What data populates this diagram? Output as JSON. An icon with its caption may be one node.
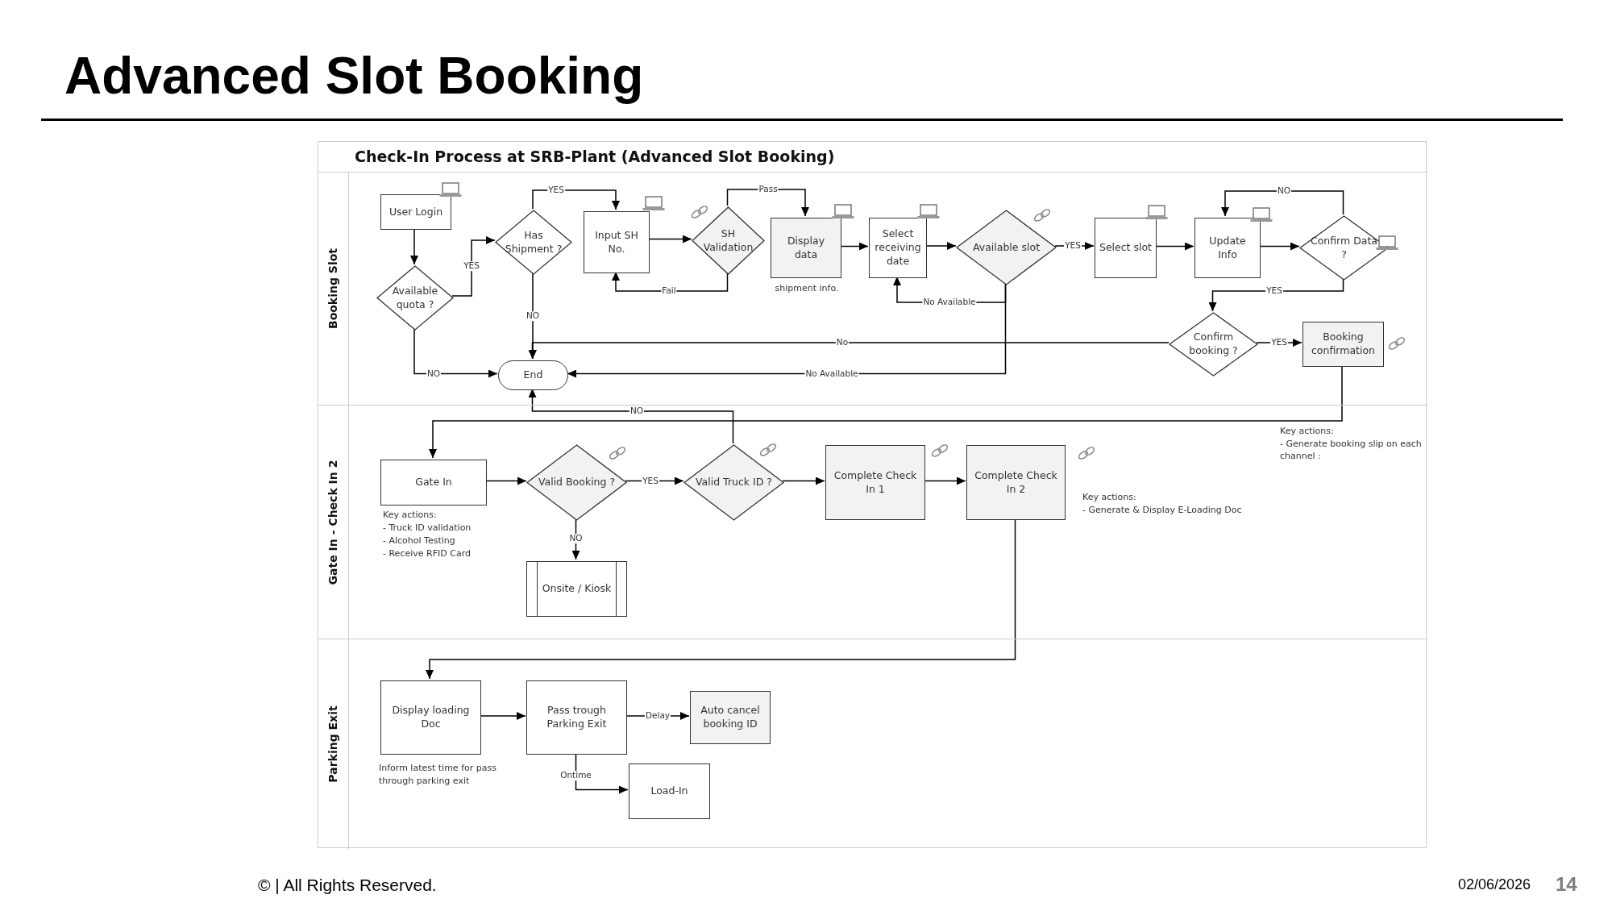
{
  "diagram": {
    "title": "Advanced Slot Booking",
    "nodes": [
      {
        "text": [
          "Check-In Process at SRB-Plant (Advanced Slot Booking)"
        ]
      },
      {
        "text": [
          "Booking Slot"
        ],
        "in": 0
      },
      {
        "text": [
          "User Login"
        ],
        "in": 1
      },
      {
        "text": [
          "Available quota ?"
        ],
        "in": 1
      },
      {
        "text": [
          "Has Shipment ?"
        ],
        "in": 1
      },
      {
        "text": [
          "Input SH No."
        ],
        "in": 1
      },
      {
        "text": [
          "SH Validation"
        ],
        "in": 1
      },
      {
        "text": [
          "Display data"
        ],
        "in": 1,
        "beside": [
          "shipment info."
        ]
      },
      {
        "text": [
          "Select receiving date"
        ],
        "in": 1
      },
      {
        "text": [
          "Available slot"
        ],
        "in": 1
      },
      {
        "text": [
          "Select slot"
        ],
        "in": 1
      },
      {
        "text": [
          "Update Info"
        ],
        "in": 1
      },
      {
        "text": [
          "Confirm Data ?"
        ],
        "in": 1
      },
      {
        "text": [
          "Confirm booking ?"
        ],
        "in": 1
      },
      {
        "text": [
          "Booking confirmation"
        ],
        "in": 1
      },
      {
        "text": [
          "End"
        ],
        "in": 1
      },
      {
        "text": [
          "Gate In - Check In 2"
        ],
        "in": 0
      },
      {
        "text": [
          "Gate In"
        ],
        "in": 16,
        "beside": [
          "Key actions:",
          "- Truck ID validation",
          "- Alcohol Testing",
          "- Receive RFID Card"
        ]
      },
      {
        "text": [
          "Valid Booking ?"
        ],
        "in": 16
      },
      {
        "text": [
          "Valid Truck ID ?"
        ],
        "in": 16
      },
      {
        "text": [
          "Complete Check In 1"
        ],
        "in": 16
      },
      {
        "text": [
          "Complete Check In 2"
        ],
        "in": 16,
        "beside": [
          "Key actions:",
          "- Generate & Display E-Loading Doc"
        ]
      },
      {
        "text": [
          "Onsite / Kiosk"
        ],
        "in": 16
      },
      {
        "text": [
          "Parking Exit"
        ],
        "in": 0
      },
      {
        "text": [
          "Display loading Doc"
        ],
        "in": 23,
        "beside": [
          "Inform latest time for pass through parking exit"
        ]
      },
      {
        "text": [
          "Pass trough Parking Exit"
        ],
        "in": 23
      },
      {
        "text": [
          "Auto cancel booking ID"
        ],
        "in": 23
      },
      {
        "text": [
          "Load-In"
        ],
        "in": 23
      }
    ],
    "edges": [
      {
        "from": 2,
        "to": 3,
        "arrow": "to"
      },
      {
        "from": 3,
        "to": 4,
        "arrow": "to",
        "label": "YES"
      },
      {
        "from": 3,
        "to": 15,
        "arrow": "to",
        "label": "NO"
      },
      {
        "from": 4,
        "to": 5,
        "arrow": "to",
        "label": "YES"
      },
      {
        "from": 4,
        "to": 15,
        "arrow": "to",
        "label": "NO"
      },
      {
        "from": 5,
        "to": 6,
        "arrow": "to"
      },
      {
        "from": 6,
        "to": 5,
        "arrow": "to",
        "label": "Fail"
      },
      {
        "from": 6,
        "to": 7,
        "arrow": "to",
        "label": "Pass"
      },
      {
        "from": 7,
        "to": 8,
        "arrow": "to"
      },
      {
        "from": 8,
        "to": 9,
        "arrow": "to"
      },
      {
        "from": 9,
        "to": 10,
        "arrow": "to",
        "label": "YES"
      },
      {
        "from": 9,
        "to": 8,
        "arrow": "to",
        "label": "No Available"
      },
      {
        "from": 9,
        "to": 15,
        "arrow": "to",
        "label": "No Available"
      },
      {
        "from": 10,
        "to": 11,
        "arrow": "to"
      },
      {
        "from": 11,
        "to": 12,
        "arrow": "to"
      },
      {
        "from": 12,
        "to": 11,
        "arrow": "to",
        "label": "NO"
      },
      {
        "from": 12,
        "to": 13,
        "arrow": "to",
        "label": "YES"
      },
      {
        "from": 13,
        "to": 15,
        "arrow": "to",
        "label": "No"
      },
      {
        "from": 13,
        "to": 14,
        "arrow": "to",
        "label": "YES"
      },
      {
        "from": 14,
        "to": 17,
        "arrow": "to"
      },
      {
        "from": 19,
        "to": 15,
        "arrow": "to",
        "label": "NO"
      },
      {
        "from": 17,
        "to": 18,
        "arrow": "to"
      },
      {
        "from": 18,
        "to": 19,
        "arrow": "to",
        "label": "YES"
      },
      {
        "from": 18,
        "to": 22,
        "arrow": "to",
        "label": "NO"
      },
      {
        "from": 19,
        "to": 20,
        "arrow": "to"
      },
      {
        "from": 20,
        "to": 21,
        "arrow": "to"
      },
      {
        "from": 21,
        "to": 24,
        "arrow": "to"
      },
      {
        "from": 24,
        "to": 25,
        "arrow": "to"
      },
      {
        "from": 25,
        "to": 26,
        "arrow": "to",
        "label": "Delay"
      },
      {
        "from": 25,
        "to": 27,
        "arrow": "to",
        "label": "Ontime"
      }
    ],
    "labels": [
      "Key actions:",
      "- Generate booking slip on each channel :",
      "© | All Rights Reserved.",
      "02/06/2026",
      "14"
    ]
  }
}
